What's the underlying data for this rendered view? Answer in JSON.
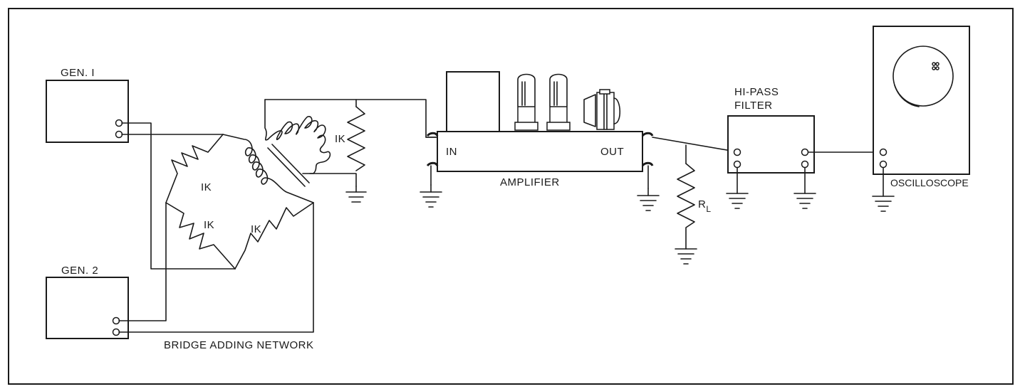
{
  "labels": {
    "gen1": "GEN. I",
    "gen2": "GEN. 2",
    "bridge": "BRIDGE ADDING NETWORK",
    "r_top": "IK",
    "r_bridge_upper": "IK",
    "r_bridge_lower_left": "IK",
    "r_bridge_lower_right": "IK",
    "amp_in": "IN",
    "amp_out": "OUT",
    "amplifier": "AMPLIFIER",
    "rl_main": "R",
    "rl_sub": "L",
    "hipass_line1": "HI-PASS",
    "hipass_line2": "FILTER",
    "oscilloscope": "OSCILLOSCOPE"
  }
}
